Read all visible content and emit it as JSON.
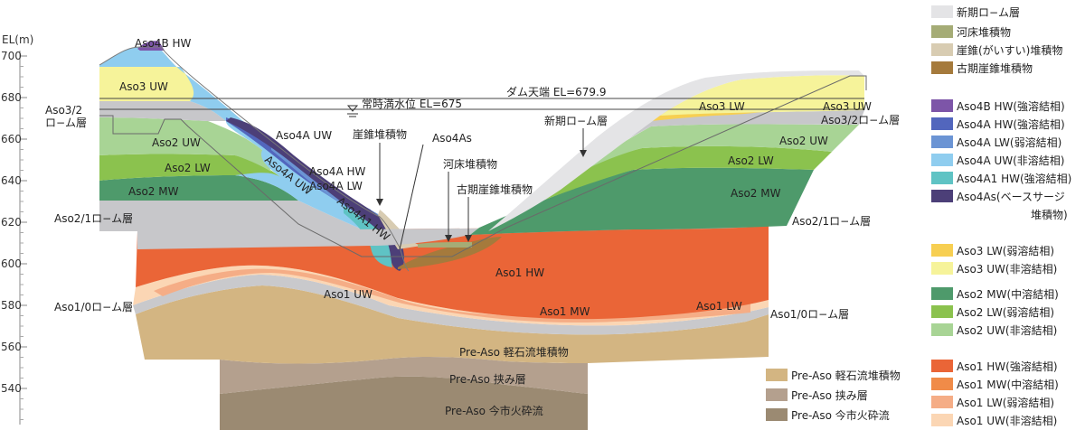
{
  "axis": {
    "title": "EL(m)",
    "ticks": [
      {
        "value": 700,
        "label": "700"
      },
      {
        "value": 680,
        "label": "680"
      },
      {
        "value": 660,
        "label": "660"
      },
      {
        "value": 640,
        "label": "640"
      },
      {
        "value": 620,
        "label": "620"
      },
      {
        "value": 600,
        "label": "600"
      },
      {
        "value": 580,
        "label": "580"
      },
      {
        "value": 560,
        "label": "560"
      },
      {
        "value": 540,
        "label": "540"
      }
    ]
  },
  "water": {
    "dam_crest_label": "ダム天端 EL=679.9",
    "normal_level_label": "常時満水位 EL=675"
  },
  "labels": {
    "aso4b_hw": "Aso4B HW",
    "aso3_uw_left": "Aso3 UW",
    "aso32_roam_left": "Aso3/2\nロ−ム層",
    "aso2_uw_left": "Aso2 UW",
    "aso2_lw_left": "Aso2 LW",
    "aso2_mw_left": "Aso2 MW",
    "aso21_roam_left": "Aso2/1ロ−ム層",
    "aso4a_uw_top": "Aso4A UW",
    "aso4a_uw_slope": "Aso4A UW",
    "aso4a_hw": "Aso4A HW",
    "aso4a_lw": "Aso4A LW",
    "aso4a1_hw": "Aso4A1 HW",
    "talus": "崖錐堆積物",
    "aso4as": "Aso4As",
    "riverbed": "河床堆積物",
    "old_talus": "古期崖錐堆積物",
    "new_roam": "新期ロ−ム層",
    "aso3_lw_right": "Aso3 LW",
    "aso3_uw_right": "Aso3 UW",
    "aso32_roam_right": "Aso3/2ロ−ム層",
    "aso2_uw_right": "Aso2 UW",
    "aso2_lw_right": "Aso2 LW",
    "aso2_mw_right": "Aso2 MW",
    "aso21_roam_right": "Aso2/1ロ−ム層",
    "aso1_hw": "Aso1 HW",
    "aso1_uw": "Aso1 UW",
    "aso1_mw": "Aso1 MW",
    "aso1_lw": "Aso1 LW",
    "aso10_roam_left": "Aso1/0ロ−ム層",
    "aso10_roam_right": "Aso1/0ロ−ム層",
    "pre_pumice": "Pre-Aso 軽石流堆積物",
    "pre_inter": "Pre-Aso 挟み層",
    "pre_imaichi": "Pre-Aso 今市火砕流"
  },
  "legend": [
    {
      "label": "新期ロ−ム層",
      "color": "#e4e4e6"
    },
    {
      "label": "河床堆積物",
      "color": "#a5ac76"
    },
    {
      "label": "崖錐(がいすい)堆積物",
      "color": "#d8ccb2"
    },
    {
      "label": "古期崖錐堆積物",
      "color": "#a57a3c"
    },
    {
      "label": "Aso4B HW(強溶結相)",
      "color": "#7d55a8"
    },
    {
      "label": "Aso4A HW(強溶結相)",
      "color": "#5266bd"
    },
    {
      "label": "Aso4A LW(弱溶結相)",
      "color": "#6b94d4"
    },
    {
      "label": "Aso4A UW(非溶結相)",
      "color": "#8fcdef"
    },
    {
      "label": "Aso4A1 HW(強溶結相)",
      "color": "#5fc3c4"
    },
    {
      "label": "Aso4As(ベースサージ",
      "color": "#4c3f78"
    },
    {
      "label": "堆積物)",
      "color": ""
    },
    {
      "label": "Aso3 LW(弱溶結相)",
      "color": "#f7cf52"
    },
    {
      "label": "Aso3 UW(非溶結相)",
      "color": "#f6f39a"
    },
    {
      "label": "Aso2 MW(中溶結相)",
      "color": "#4e9a6b"
    },
    {
      "label": "Aso2 LW(弱溶結相)",
      "color": "#8bc24e"
    },
    {
      "label": "Aso2 UW(非溶結相)",
      "color": "#a8d495"
    },
    {
      "label": "Aso1 HW(強溶結相)",
      "color": "#ea6537"
    },
    {
      "label": "Aso1 MW(中溶結相)",
      "color": "#f08b48"
    },
    {
      "label": "Aso1 LW(弱溶結相)",
      "color": "#f5ad86"
    },
    {
      "label": "Aso1 UW(非溶結相)",
      "color": "#fbd6b4"
    }
  ],
  "legend_pre": [
    {
      "label": "Pre-Aso 軽石流堆積物",
      "color": "#d3b582"
    },
    {
      "label": "Pre-Aso 挟み層",
      "color": "#b4a08e"
    },
    {
      "label": "Pre-Aso 今市火砕流",
      "color": "#9b8a72"
    }
  ]
}
